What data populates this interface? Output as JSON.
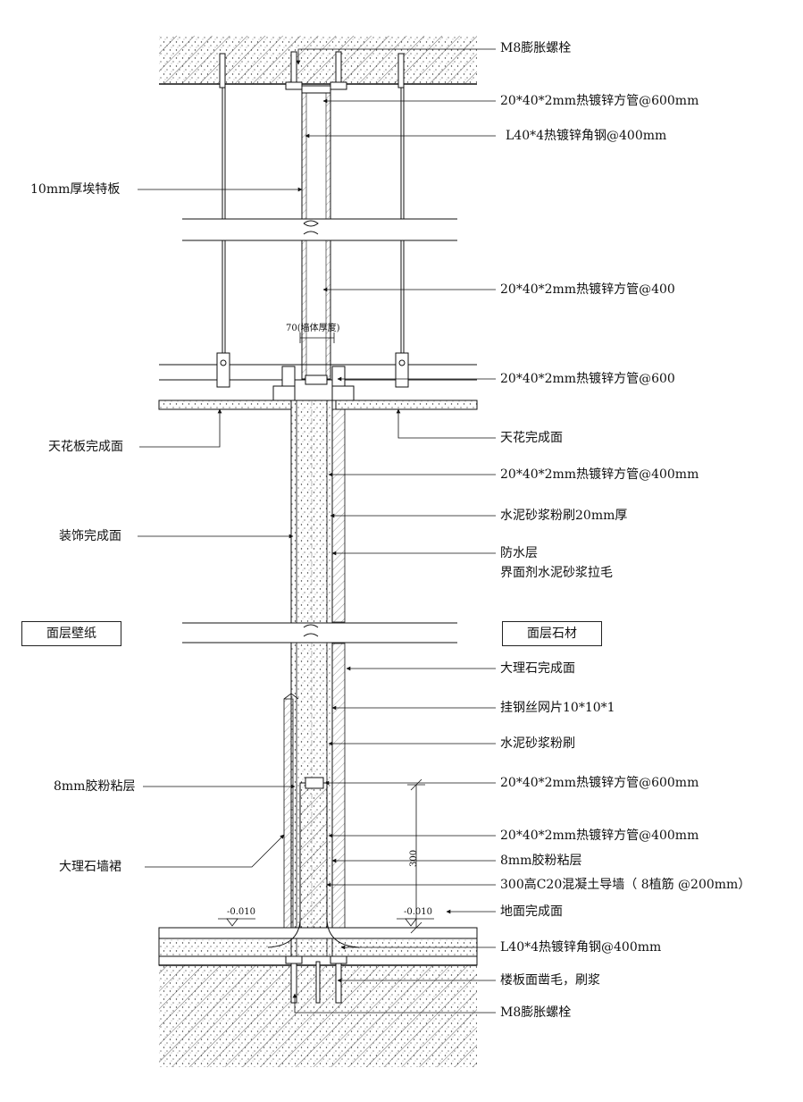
{
  "labels_right": [
    {
      "id": "m8-bolt-top",
      "text": "M8膨胀螺栓"
    },
    {
      "id": "tube-600mm-top",
      "text": "20*40*2mm热镀锌方管@600mm"
    },
    {
      "id": "angle-400mm-top",
      "text": "L40*4热镀锌角钢@400mm"
    },
    {
      "id": "tube-400-upper",
      "text": "20*40*2mm热镀锌方管@400"
    },
    {
      "id": "tube-600-ceiling",
      "text": "20*40*2mm热镀锌方管@600"
    },
    {
      "id": "ceiling-finish-right",
      "text": "天花完成面"
    },
    {
      "id": "tube-400mm-mid",
      "text": "20*40*2mm热镀锌方管@400mm"
    },
    {
      "id": "cement-plaster-20",
      "text": "水泥砂浆粉刷20mm厚"
    },
    {
      "id": "waterproof",
      "text": "防水层"
    },
    {
      "id": "interface-agent",
      "text": "界面剂水泥砂浆拉毛"
    },
    {
      "id": "marble-finish",
      "text": "大理石完成面"
    },
    {
      "id": "steel-mesh",
      "text": "挂钢丝网片10*10*1"
    },
    {
      "id": "cement-plaster",
      "text": "水泥砂浆粉刷"
    },
    {
      "id": "tube-600mm-low",
      "text": "20*40*2mm热镀锌方管@600mm"
    },
    {
      "id": "tube-400mm-low",
      "text": "20*40*2mm热镀锌方管@400mm"
    },
    {
      "id": "glue-8mm-right",
      "text": "8mm胶粉粘层"
    },
    {
      "id": "concrete-guide-wall",
      "text": "300高C20混凝土导墙（ 8植筋 @200mm）"
    },
    {
      "id": "floor-finish",
      "text": "地面完成面"
    },
    {
      "id": "angle-400mm-bottom",
      "text": "L40*4热镀锌角钢@400mm"
    },
    {
      "id": "slab-chisel",
      "text": "楼板面凿毛，刷浆"
    },
    {
      "id": "m8-bolt-bottom",
      "text": "M8膨胀螺栓"
    }
  ],
  "labels_left": [
    {
      "id": "board-10mm",
      "text": "10mm厚埃特板"
    },
    {
      "id": "ceiling-board-finish",
      "text": "天花板完成面"
    },
    {
      "id": "decor-finish",
      "text": "装饰完成面"
    },
    {
      "id": "glue-8mm-left",
      "text": "8mm胶粉粘层"
    },
    {
      "id": "marble-skirting",
      "text": "大理石墙裙"
    }
  ],
  "boxes": {
    "left": "面层壁纸",
    "right": "面层石材"
  },
  "dimensions": {
    "wall_thickness": "70(墙体厚度)",
    "guide_wall_height": "300",
    "level_left": "-0.010",
    "level_right": "-0.010"
  }
}
